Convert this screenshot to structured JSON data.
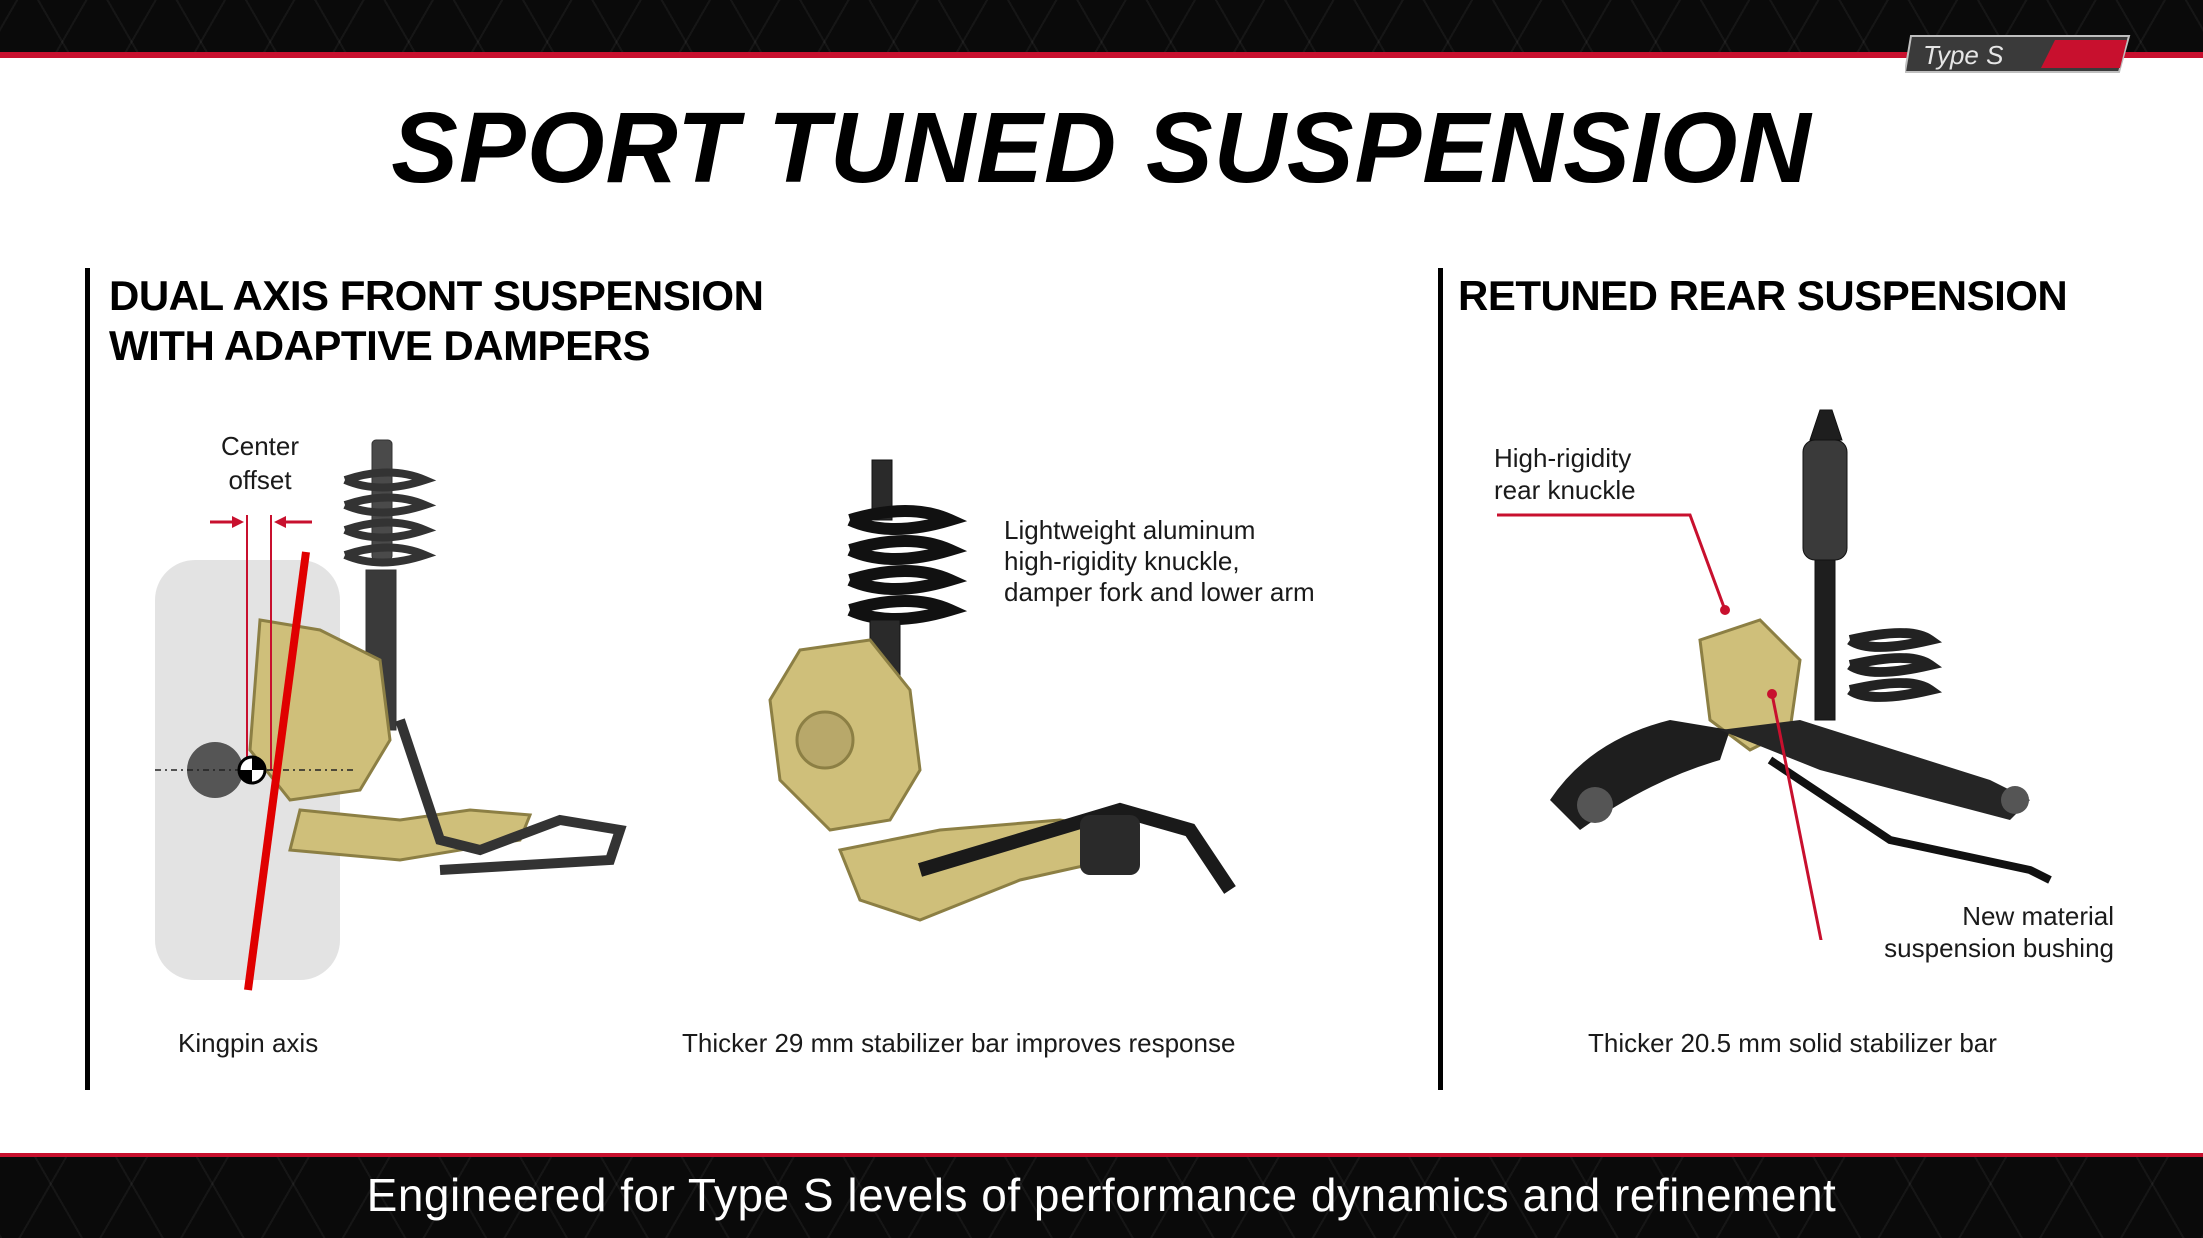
{
  "header": {
    "logo_text": "Type S",
    "title": "SPORT TUNED SUSPENSION"
  },
  "front": {
    "heading_line1": "DUAL AXIS FRONT SUSPENSION",
    "heading_line2": "WITH ADAPTIVE DAMPERS",
    "center_offset_line1": "Center",
    "center_offset_line2": "offset",
    "kingpin_label": "Kingpin axis",
    "knuckle_line1": "Lightweight aluminum",
    "knuckle_line2": "high-rigidity knuckle,",
    "knuckle_line3": "damper fork and lower arm",
    "stabilizer_caption": "Thicker 29 mm stabilizer bar improves response"
  },
  "rear": {
    "heading": "RETUNED REAR SUSPENSION",
    "knuckle_line1": "High-rigidity",
    "knuckle_line2": "rear knuckle",
    "bushing_line1": "New material",
    "bushing_line2": "suspension bushing",
    "stabilizer_caption": "Thicker 20.5 mm solid stabilizer bar"
  },
  "footer": {
    "tagline": "Engineered for Type S levels of performance dynamics and refinement"
  },
  "colors": {
    "accent_red": "#c8102e",
    "gold_part": "#cfbf7a",
    "dark_part": "#2a2a2a"
  }
}
